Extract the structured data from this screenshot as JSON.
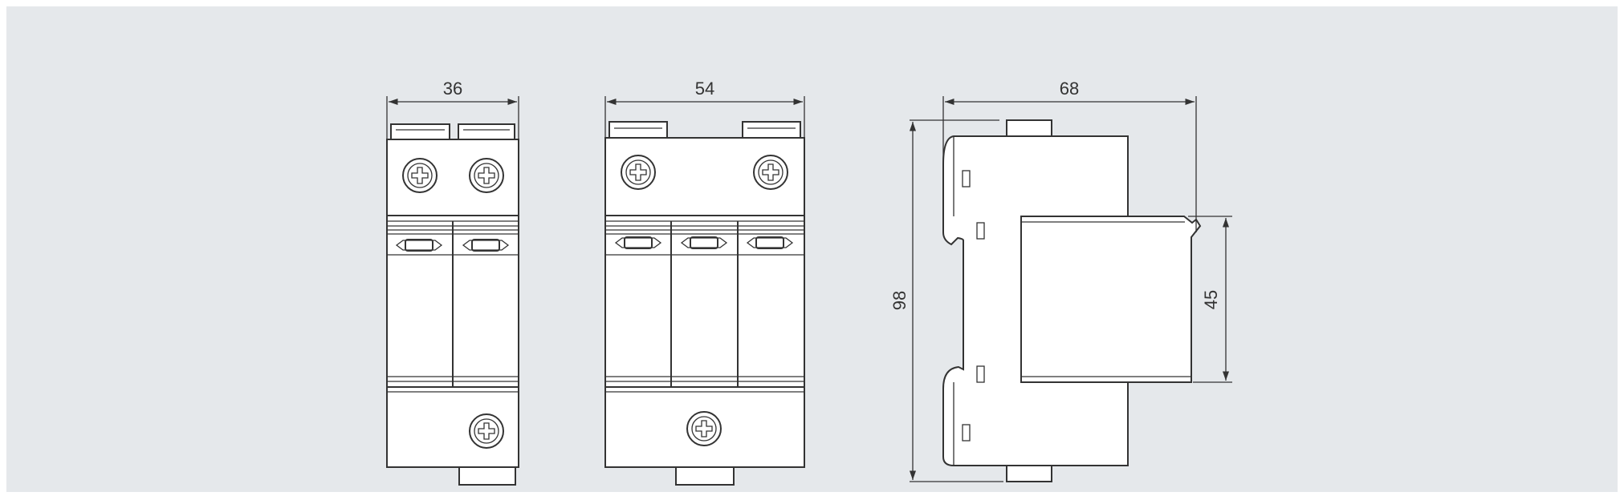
{
  "colors": {
    "frame": "#e5e8eb",
    "line": "#333333",
    "part_fill": "#ffffff"
  },
  "views": {
    "two_pole_front": {
      "width_dim": "36"
    },
    "three_pole_front": {
      "width_dim": "54"
    },
    "side": {
      "depth_dim": "68",
      "height_dim": "98",
      "face_dim": "45"
    }
  }
}
